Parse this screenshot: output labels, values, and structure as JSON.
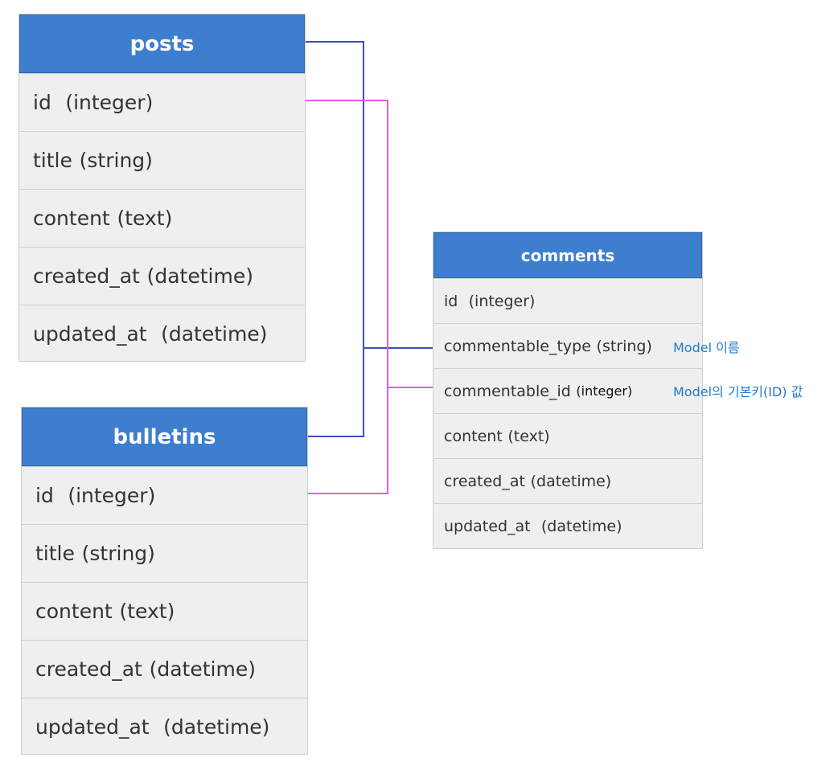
{
  "posts": {
    "title": "posts",
    "rows": [
      {
        "name": "id",
        "type": "(integer)"
      },
      {
        "name": "title",
        "type": "(string)"
      },
      {
        "name": "content",
        "type": "(text)"
      },
      {
        "name": "created_at",
        "type": "(datetime)"
      },
      {
        "name": "updated_at",
        "type": "(datetime)"
      }
    ]
  },
  "bulletins": {
    "title": "bulletins",
    "rows": [
      {
        "name": "id",
        "type": "(integer)"
      },
      {
        "name": "title",
        "type": "(string)"
      },
      {
        "name": "content",
        "type": "(text)"
      },
      {
        "name": "created_at",
        "type": "(datetime)"
      },
      {
        "name": "updated_at",
        "type": "(datetime)"
      }
    ]
  },
  "comments": {
    "title": "comments",
    "rows": [
      {
        "name": "id",
        "type": "(integer)"
      },
      {
        "name": "commentable_type",
        "type": "(string)"
      },
      {
        "name": "commentable_id",
        "type": "(integer)"
      },
      {
        "name": "content",
        "type": "(text)"
      },
      {
        "name": "created_at",
        "type": "(datetime)"
      },
      {
        "name": "updated_at",
        "type": "(datetime)"
      }
    ]
  },
  "annotations": {
    "commentable_type": "Model 이름",
    "commentable_id": "Model의 기본키(ID) 값"
  },
  "colors": {
    "header": "#3e7ecf",
    "type_link": "#3b4fb8",
    "id_link": "#e05ce0",
    "annotation": "#1f7bd0"
  }
}
